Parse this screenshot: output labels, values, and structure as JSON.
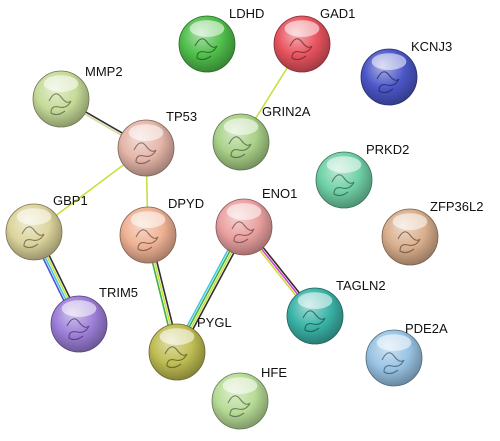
{
  "nodes": [
    {
      "id": "LDHD",
      "label": "LDHD",
      "color": "#4fbf4a"
    },
    {
      "id": "GAD1",
      "label": "GAD1",
      "color": "#e8535e"
    },
    {
      "id": "KCNJ3",
      "label": "KCNJ3",
      "color": "#4b56c8"
    },
    {
      "id": "MMP2",
      "label": "MMP2",
      "color": "#c6db98"
    },
    {
      "id": "TP53",
      "label": "TP53",
      "color": "#e5b5a8"
    },
    {
      "id": "GRIN2A",
      "label": "GRIN2A",
      "color": "#a9d188"
    },
    {
      "id": "PRKD2",
      "label": "PRKD2",
      "color": "#6fd0a6"
    },
    {
      "id": "GBP1",
      "label": "GBP1",
      "color": "#dcd49c"
    },
    {
      "id": "DPYD",
      "label": "DPYD",
      "color": "#efb193"
    },
    {
      "id": "ENO1",
      "label": "ENO1",
      "color": "#eba0a0"
    },
    {
      "id": "ZFP36L2",
      "label": "ZFP36L2",
      "color": "#d9ae8c"
    },
    {
      "id": "TRIM5",
      "label": "TRIM5",
      "color": "#9c7ed8"
    },
    {
      "id": "TAGLN2",
      "label": "TAGLN2",
      "color": "#3ab3a7"
    },
    {
      "id": "PYGL",
      "label": "PYGL",
      "color": "#bfbd52"
    },
    {
      "id": "PDE2A",
      "label": "PDE2A",
      "color": "#98c3e4"
    },
    {
      "id": "HFE",
      "label": "HFE",
      "color": "#b7dc96"
    }
  ],
  "edges": [
    {
      "from": "MMP2",
      "to": "TP53",
      "colors": [
        "#303030",
        "#d8d8a0"
      ]
    },
    {
      "from": "GAD1",
      "to": "GRIN2A",
      "colors": [
        "#c8e040"
      ]
    },
    {
      "from": "TP53",
      "to": "GBP1",
      "colors": [
        "#c8e040"
      ]
    },
    {
      "from": "TP53",
      "to": "DPYD",
      "colors": [
        "#c8e040"
      ]
    },
    {
      "from": "GBP1",
      "to": "TRIM5",
      "colors": [
        "#303030",
        "#c8e040",
        "#40c8e8",
        "#5050d0"
      ]
    },
    {
      "from": "DPYD",
      "to": "PYGL",
      "colors": [
        "#303030",
        "#c8e040",
        "#40b040"
      ]
    },
    {
      "from": "ENO1",
      "to": "PYGL",
      "colors": [
        "#303030",
        "#c8e040",
        "#40b040",
        "#40c8e8"
      ]
    },
    {
      "from": "ENO1",
      "to": "TAGLN2",
      "colors": [
        "#303030",
        "#e040d0",
        "#c8e040"
      ]
    }
  ]
}
